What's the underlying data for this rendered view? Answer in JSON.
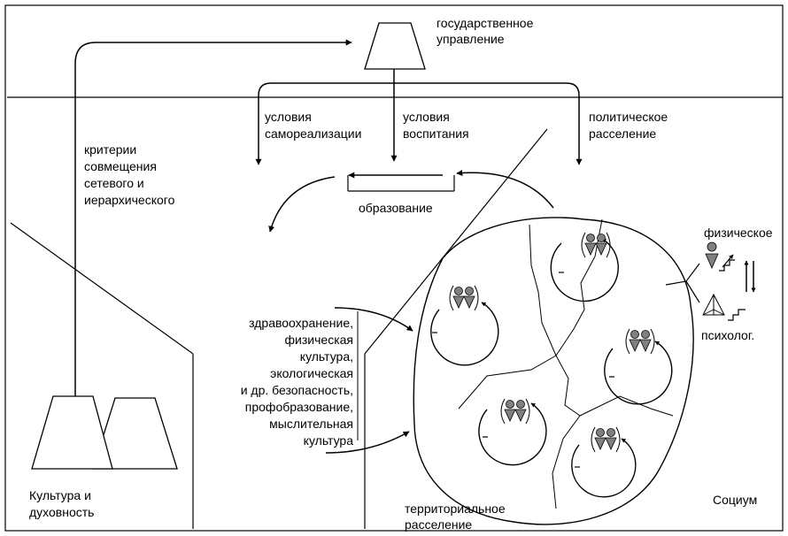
{
  "labels": {
    "state_governance": [
      "государственное",
      "управление"
    ],
    "self_realization": [
      "условия",
      "самореализации"
    ],
    "upbringing": [
      "условия",
      "воспитания"
    ],
    "political_settlement": [
      "политическое",
      "расселение"
    ],
    "criteria": [
      "критерии",
      "совмещения",
      "сетевого и",
      "иерархического"
    ],
    "education": "образование",
    "health_list": [
      "здравоохранение,",
      "физическая",
      "культура,",
      "экологическая",
      "и др. безопасность,",
      "профобразование,",
      "мыслительная",
      "культура"
    ],
    "culture": [
      "Культура и",
      "духовность"
    ],
    "territorial": [
      "территориальное",
      "расселение"
    ],
    "socium": "Социум",
    "physical": "физическое",
    "psychological": "психолог."
  },
  "colors": {
    "line": "#000000",
    "figure_fill": "#808080",
    "background": "#ffffff"
  },
  "icons": [
    "people-pair-icon",
    "person-icon",
    "pyramid-icon",
    "stairs-icon"
  ]
}
